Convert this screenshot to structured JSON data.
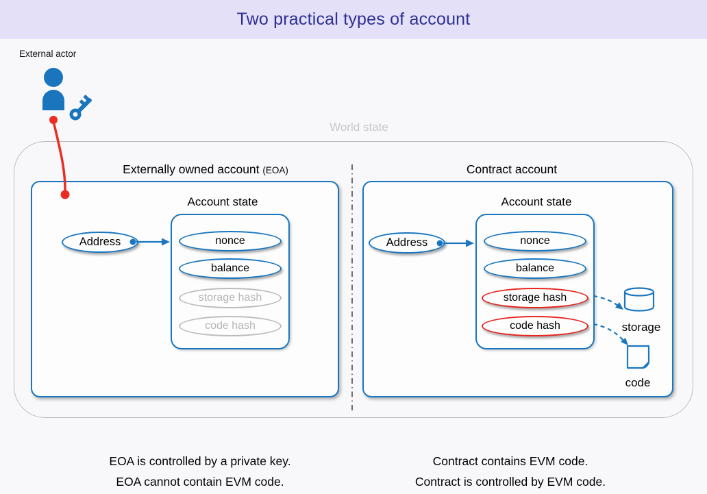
{
  "title": "Two practical types of account",
  "colors": {
    "accent_blue": "#1976bf",
    "accent_red": "#e92d22",
    "header_bg": "#e3e0f8",
    "title_color": "#2e3192",
    "muted_gray": "#bcbcbc"
  },
  "external_actor": {
    "label": "External actor"
  },
  "world_state": {
    "label": "World state"
  },
  "eoa_panel": {
    "title": "Externally owned account",
    "title_suffix": "(EOA)",
    "account_state_label": "Account state",
    "address_label": "Address",
    "fields": [
      {
        "label": "nonce",
        "state": "active"
      },
      {
        "label": "balance",
        "state": "active"
      },
      {
        "label": "storage hash",
        "state": "inactive"
      },
      {
        "label": "code hash",
        "state": "inactive"
      }
    ]
  },
  "contract_panel": {
    "title": "Contract account",
    "account_state_label": "Account state",
    "address_label": "Address",
    "fields": [
      {
        "label": "nonce",
        "state": "active"
      },
      {
        "label": "balance",
        "state": "active"
      },
      {
        "label": "storage hash",
        "state": "highlight"
      },
      {
        "label": "code hash",
        "state": "highlight"
      }
    ],
    "storage_label": "storage",
    "code_label": "code"
  },
  "captions": {
    "eoa_line1": "EOA is controlled by a private key.",
    "eoa_line2": "EOA cannot contain EVM code.",
    "contract_line1": "Contract contains EVM code.",
    "contract_line2": "Contract is controlled by EVM code."
  }
}
